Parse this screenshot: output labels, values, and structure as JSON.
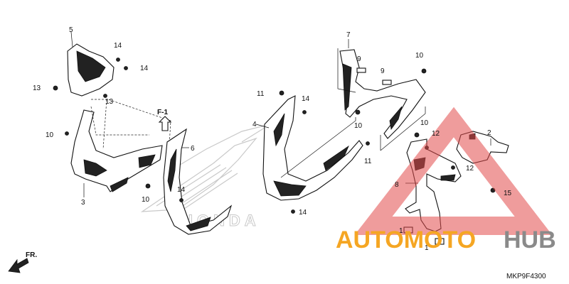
{
  "diagram": {
    "part_labels": {
      "p1a": "1",
      "p1b": "1",
      "p2": "2",
      "p3": "3",
      "p4": "4",
      "p5": "5",
      "p6": "6",
      "p7": "7",
      "p8": "8",
      "p9a": "9",
      "p9b": "9",
      "p10a": "10",
      "p10b": "10",
      "p10c": "10",
      "p10d": "10",
      "p10e": "10",
      "p11a": "11",
      "p11b": "11",
      "p12a": "12",
      "p12b": "12",
      "p13a": "13",
      "p13b": "13",
      "p14a": "14",
      "p14b": "14",
      "p14c": "14",
      "p14d": "14",
      "p14e": "14",
      "p15": "15"
    },
    "reference_arrow_label": "F-1",
    "front_arrow_label": "FR.",
    "diagram_code": "MKP9F4300"
  },
  "watermark": {
    "text_orange": "AUTOMOTO",
    "text_gray": "HUB",
    "color_orange": "#f5a623",
    "color_gray": "#8a8a8a",
    "color_red": "#e24a4a"
  }
}
